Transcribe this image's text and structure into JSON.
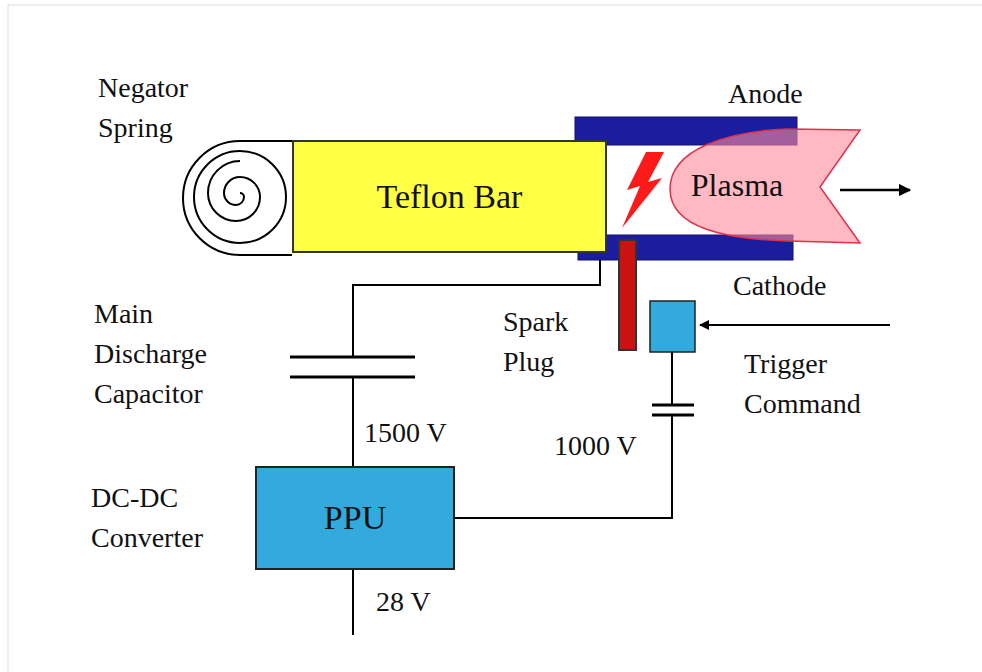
{
  "diagram": {
    "nodes": [
      {
        "text": [
          "Teflon Bar"
        ]
      },
      {
        "text": [
          "Plasma"
        ]
      },
      {
        "text": [
          "PPU"
        ]
      }
    ],
    "labels": [
      "Negator Spring",
      "Anode",
      "Cathode",
      "Spark Plug",
      "Main Discharge Capacitor",
      "Trigger Command",
      "1500 V",
      "1000 V",
      "DC-DC Converter",
      "28 V"
    ]
  }
}
